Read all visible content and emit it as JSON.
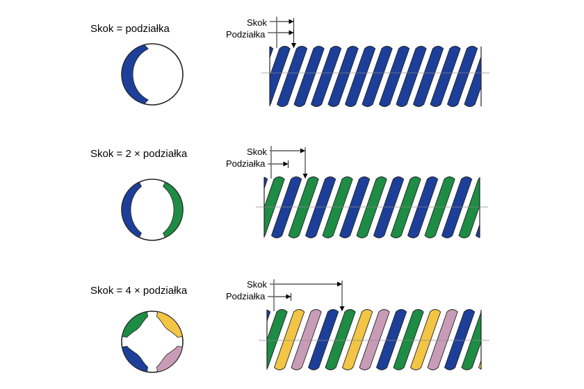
{
  "colors": {
    "blue": "#1d3f99",
    "green": "#1e8c44",
    "yellow": "#f2c545",
    "pink": "#c89cb7",
    "outline": "#222222",
    "axis": "#8a8a8a"
  },
  "rows": [
    {
      "caption": "Skok = podziałka",
      "lead_label": "Skok",
      "pitch_label": "Podziałka",
      "starts": 1,
      "colors": [
        "blue"
      ]
    },
    {
      "caption": "Skok = 2 × podziałka",
      "lead_label": "Skok",
      "pitch_label": "Podziałka",
      "starts": 2,
      "colors": [
        "blue",
        "green"
      ]
    },
    {
      "caption": "Skok = 4 × podziałka",
      "lead_label": "Skok",
      "pitch_label": "Podziałka",
      "starts": 4,
      "colors": [
        "blue",
        "green",
        "yellow",
        "pink"
      ]
    }
  ]
}
